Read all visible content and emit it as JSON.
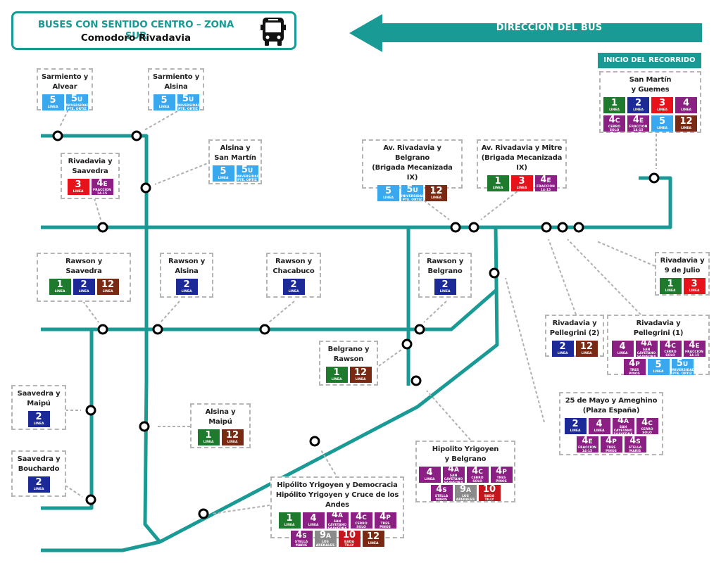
{
  "header": {
    "title": "BUSES CON SENTIDO CENTRO – ZONA SUR",
    "subtitle": "Comodoro Rivadavia",
    "icon": "bus-icon",
    "direction_label": "DIRECCION DEL BUS",
    "direction_icon": "arrow-left-icon"
  },
  "start_label": "INICIO DEL RECORRIDO",
  "colors": {
    "route": "#1a9a95",
    "line_1": "#1e7a2c",
    "line_2": "#1b2a96",
    "line_3": "#e8121a",
    "line_4_variants": "#8b1f83",
    "line_5": "#3aa8ee",
    "line_9A": "#8a8a8a",
    "line_10": "#c4171d",
    "line_12": "#7a2a12"
  },
  "lines": {
    "1": {
      "num": "1",
      "suffix": "",
      "sub": "LINEA",
      "color": "#1e7a2c"
    },
    "2": {
      "num": "2",
      "suffix": "",
      "sub": "LINEA",
      "color": "#1b2a96"
    },
    "3": {
      "num": "3",
      "suffix": "",
      "sub": "LINEA",
      "color": "#e8121a"
    },
    "4": {
      "num": "4",
      "suffix": "",
      "sub": "LINEA",
      "color": "#8b1f83"
    },
    "4A": {
      "num": "4",
      "suffix": "A",
      "sub": "SAN CAYETANO\nSAAVEDRA",
      "color": "#8b1f83"
    },
    "4C": {
      "num": "4",
      "suffix": "C",
      "sub": "CERRO\nSOLO",
      "color": "#8b1f83"
    },
    "4E": {
      "num": "4",
      "suffix": "E",
      "sub": "FRACCION\n14-15",
      "color": "#8b1f83"
    },
    "4P": {
      "num": "4",
      "suffix": "P",
      "sub": "TRES\nPINOS",
      "color": "#8b1f83"
    },
    "4S": {
      "num": "4",
      "suffix": "S",
      "sub": "STELLA\nMARIS",
      "color": "#8b1f83"
    },
    "5": {
      "num": "5",
      "suffix": "",
      "sub": "LINEA",
      "color": "#3aa8ee"
    },
    "5U": {
      "num": "5",
      "suffix": "U",
      "sub": "UNIVERSIDAD\nPTE. ORTIZ",
      "color": "#3aa8ee"
    },
    "9A": {
      "num": "9",
      "suffix": "A",
      "sub": "LOS\nARENALES",
      "color": "#8a8a8a"
    },
    "10": {
      "num": "10",
      "suffix": "",
      "sub": "BADA\nTILLY",
      "color": "#c4171d"
    },
    "12": {
      "num": "12",
      "suffix": "",
      "sub": "LINEA",
      "color": "#7a2a12"
    }
  },
  "stops": [
    {
      "id": "san-martin-guemes",
      "name": "San Martín\ny Guemes",
      "lines": [
        "1",
        "2",
        "3",
        "4",
        "4C",
        "4E",
        "5",
        "12"
      ],
      "is_start": true
    },
    {
      "id": "sarmiento-alvear",
      "name": "Sarmiento y\nAlvear",
      "lines": [
        "5",
        "5U"
      ]
    },
    {
      "id": "sarmiento-alsina",
      "name": "Sarmiento y\nAlsina",
      "lines": [
        "5",
        "5U"
      ]
    },
    {
      "id": "alsina-san-martin",
      "name": "Alsina y\nSan Martín",
      "lines": [
        "5",
        "5U"
      ]
    },
    {
      "id": "rivadavia-saavedra",
      "name": "Rivadavia y\nSaavedra",
      "lines": [
        "3",
        "4E"
      ]
    },
    {
      "id": "av-rivadavia-belgrano",
      "name": "Av. Rivadavia y Belgrano\n(Brigada Mecanizada IX)",
      "lines": [
        "5",
        "5U",
        "12"
      ]
    },
    {
      "id": "av-rivadavia-mitre",
      "name": "Av. Rivadavia y Mitre\n(Brigada Mecanizada IX)",
      "lines": [
        "1",
        "3",
        "4E"
      ]
    },
    {
      "id": "rawson-saavedra",
      "name": "Rawson y\nSaavedra",
      "lines": [
        "1",
        "2",
        "12"
      ]
    },
    {
      "id": "rawson-alsina",
      "name": "Rawson y\nAlsina",
      "lines": [
        "2"
      ]
    },
    {
      "id": "rawson-chacabuco",
      "name": "Rawson y\nChacabuco",
      "lines": [
        "2"
      ]
    },
    {
      "id": "rawson-belgrano",
      "name": "Rawson y\nBelgrano",
      "lines": [
        "2"
      ]
    },
    {
      "id": "rivadavia-9-julio",
      "name": "Rivadavia y\n9 de Julio",
      "lines": [
        "1",
        "3"
      ]
    },
    {
      "id": "rivadavia-pellegrini-2",
      "name": "Rivadavia y\nPellegrini (2)",
      "lines": [
        "2",
        "12"
      ]
    },
    {
      "id": "rivadavia-pellegrini-1",
      "name": "Rivadavia y\nPellegrini (1)",
      "lines": [
        "4",
        "4A",
        "4C",
        "4E",
        "4P",
        "5",
        "5U"
      ]
    },
    {
      "id": "belgrano-rawson",
      "name": "Belgrano y\nRawson",
      "lines": [
        "1",
        "12"
      ]
    },
    {
      "id": "25-mayo-ameghino",
      "name": "25 de Mayo y Ameghino\n(Plaza España)",
      "lines": [
        "2",
        "4",
        "4A",
        "4C",
        "4E",
        "4P",
        "4S"
      ]
    },
    {
      "id": "saavedra-maipu",
      "name": "Saavedra y\nMaipú",
      "lines": [
        "2"
      ]
    },
    {
      "id": "alsina-maipu",
      "name": "Alsina y\nMaipú",
      "lines": [
        "1",
        "12"
      ]
    },
    {
      "id": "saavedra-bouchardo",
      "name": "Saavedra y\nBouchardo",
      "lines": [
        "2"
      ]
    },
    {
      "id": "hipolito-yrigoyen-belgrano",
      "name": "Hipolito Yrigoyen\ny Belgrano",
      "lines": [
        "4",
        "4A",
        "4C",
        "4P",
        "4S",
        "9A",
        "10"
      ]
    },
    {
      "id": "hipolito-yrigoyen-democracia",
      "name": "Hipólito Yrigoyen y Democracia\nHipólito Yrigoyen y  Cruce de los Andes",
      "lines": [
        "1",
        "4",
        "4A",
        "4C",
        "4P",
        "4S",
        "9A",
        "10",
        "12"
      ]
    }
  ]
}
